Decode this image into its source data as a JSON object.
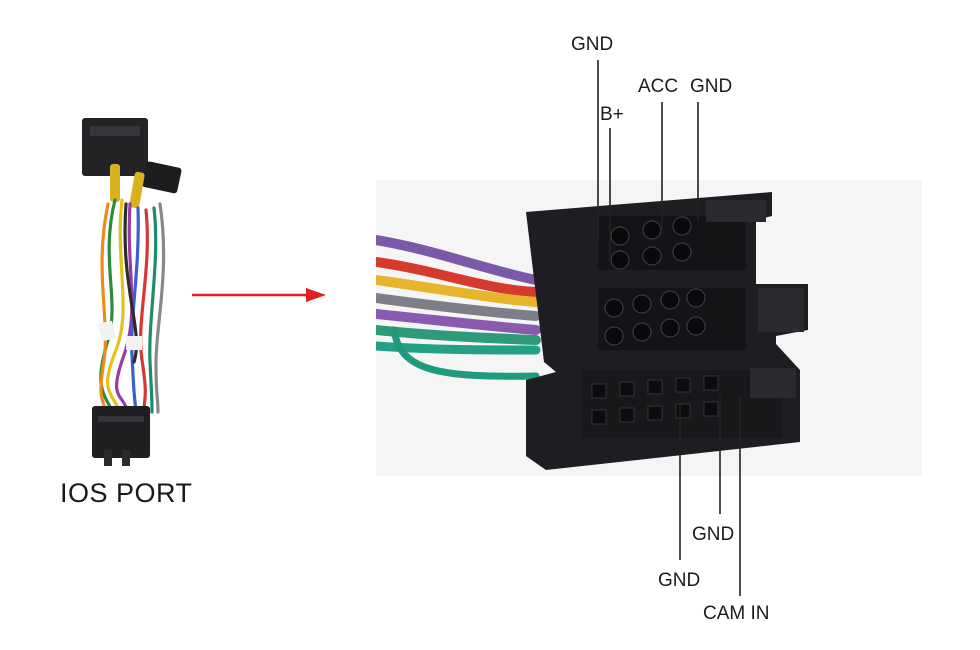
{
  "harness": {
    "caption": "IOS PORT"
  },
  "labels": {
    "gnd_top": "GND",
    "b_plus": "B+",
    "acc": "ACC",
    "gnd_right": "GND",
    "gnd_bottom_mid": "GND",
    "gnd_bottom_left": "GND",
    "cam_in": "CAM IN"
  },
  "colors": {
    "arrow": "#e02020",
    "connector": "#1e1e22",
    "callout_line": "#222222"
  }
}
